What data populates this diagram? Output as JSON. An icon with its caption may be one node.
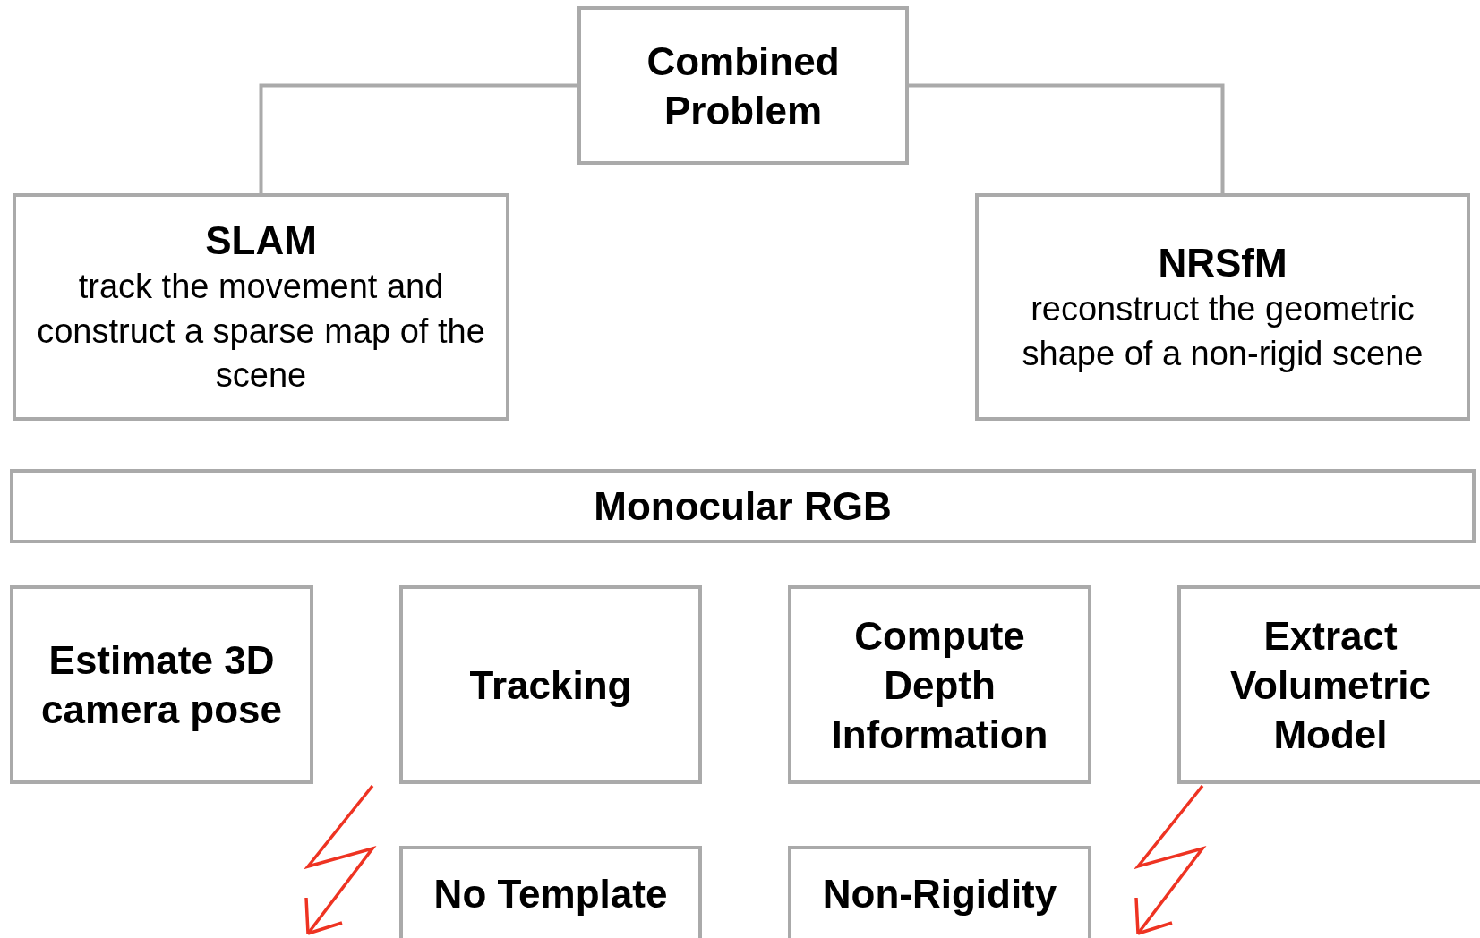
{
  "diagram": {
    "nodes": [
      {
        "text": [
          "Combined Problem"
        ]
      },
      {
        "text": [
          "SLAM",
          "track the movement and construct a sparse map of the scene"
        ]
      },
      {
        "text": [
          "NRSfM",
          "reconstruct the geometric shape of a non-rigid scene"
        ]
      },
      {
        "text": [
          "Monocular RGB"
        ]
      },
      {
        "text": [
          "Estimate 3D camera pose"
        ]
      },
      {
        "text": [
          "Tracking"
        ]
      },
      {
        "text": [
          "Compute Depth Information"
        ]
      },
      {
        "text": [
          "Extract Volumetric Model"
        ]
      },
      {
        "text": [
          "No Template"
        ]
      },
      {
        "text": [
          "Non-Rigidity"
        ]
      }
    ],
    "edges": [
      {
        "from": 0,
        "to": 1,
        "arrow": "none"
      },
      {
        "from": 0,
        "to": 2,
        "arrow": "none"
      }
    ]
  }
}
